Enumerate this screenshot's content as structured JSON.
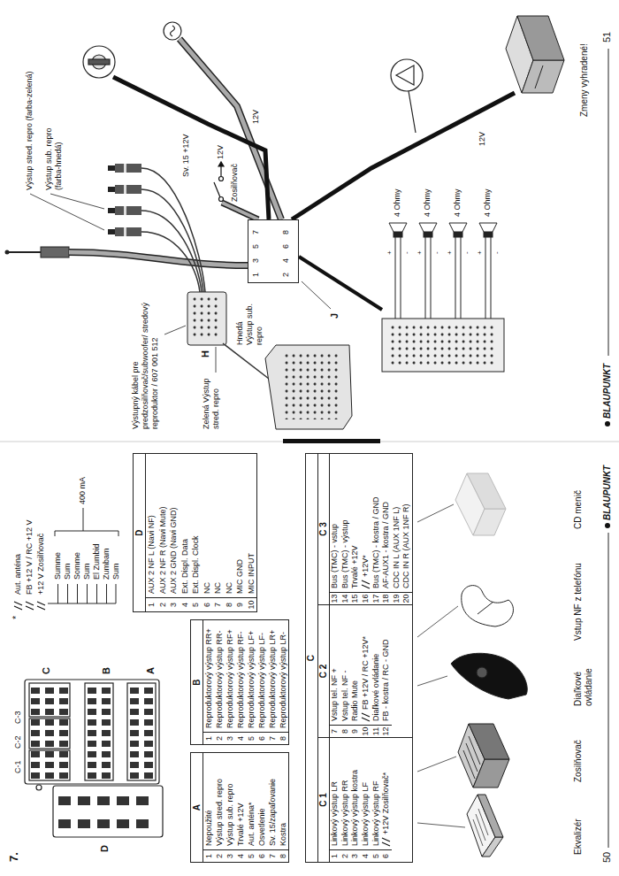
{
  "diagram": {
    "nodes": [
      {
        "text": [
          "A",
          "1",
          "Nepoužité",
          "2",
          "Výstup stred. repro",
          "3",
          "Výstup sub. repro",
          "4",
          "Trvalé +12V",
          "5",
          "Aut. anténa*",
          "6",
          "Osvetlenie",
          "7",
          "Sv. 15/zapaľovanie",
          "8",
          "Kostra"
        ]
      },
      {
        "text": [
          "B",
          "1",
          "Reproduktorový výstup RR+",
          "2",
          "Reproduktorový výstup RR-",
          "3",
          "Reproduktorový výstup RF+",
          "4",
          "Reproduktorový výstup RF-",
          "5",
          "Reproduktorový výstup LF+",
          "6",
          "Reproduktorový výstup LF-",
          "7",
          "Reproduktorový výstup LR+",
          "8",
          "Reproduktorový výstup LR-"
        ]
      },
      {
        "text": [
          "D",
          "1",
          "AUX 2 NF L (Navi NF)",
          "2",
          "AUX 2 NF R (Navi Mute)",
          "3",
          "AUX 2 GND (Navi GND)",
          "4",
          "Ext. Displ. Data",
          "5",
          "Ext. Displ. Clock",
          "6",
          "NC",
          "7",
          "NC",
          "8",
          "NC",
          "9",
          "MIC GND",
          "10",
          "MIC INPUT"
        ]
      },
      {
        "text": [
          "C"
        ]
      },
      {
        "text": [
          "C 1",
          "1",
          "Linkový výstup LR",
          "2",
          "Linkový výstup RR",
          "3",
          "Linkový výstup kostra",
          "4",
          "Linkový výstup LF",
          "5",
          "Linkový výstup RF",
          "6",
          "+12V Zosilňovač*"
        ],
        "in": 3
      },
      {
        "text": [
          "C 2",
          "7",
          "Vstup tel. NF +",
          "8",
          "Vstup tel. NF -",
          "9",
          "Radio Mute",
          "10",
          "FB +12V / RC +12V*",
          "11",
          "Diaľkové ovládanie",
          "12",
          "FB - kostra / RC - GND"
        ],
        "in": 3
      },
      {
        "text": [
          "C 3",
          "13",
          "Bus (TMC) - vstup",
          "14",
          "Bus (TMC) - výstup",
          "15",
          "Trvalé +12V",
          "16",
          "+12V*",
          "17",
          "Bus (TMC) - kostra / GND",
          "18",
          "AF-AUX1 - kostra / GND",
          "19",
          "CDC IN L (AUX 1NF L)",
          "20",
          "CDC IN R (AUX 1NF R)"
        ],
        "in": 3
      },
      {
        "text": [
          "1",
          "3",
          "5",
          "7",
          "2",
          "4",
          "6",
          "8"
        ]
      }
    ],
    "labels": [
      "7.",
      "C-1",
      "C-2",
      "C-3",
      "D",
      "C",
      "B",
      "A",
      "*",
      "Aut. anténa",
      "FB +12 V / RC +12 V",
      "+12 V Zosilňovač",
      "Summe",
      "Sum",
      "Somme",
      "Sum",
      "El Zumbid",
      "Zumbam",
      "Sum",
      "400 mA",
      "Ekvalizér",
      "Zosilňovač",
      "Diaľkové ovládanie",
      "Vstup NF z telefónu",
      "CD menič",
      "50",
      "BLAUPUNKT",
      "Výstupný kábel pre predzosilňovač/subwoofer/ stredový reproduktor / 607 001 512",
      "H",
      "Výstup stred. repro (farba-zelená)",
      "Výstup sub. repro (farba-hnedá)",
      "Hnedá Výstup sub. repro",
      "Zelená Výstup stred. repro",
      "12V",
      "Zosilňovač",
      "Sv. 15 +12V",
      "12V",
      "12V",
      "J",
      "4 Ohmy",
      "4 Ohmy",
      "4 Ohmy",
      "4 Ohmy",
      "+",
      "-",
      "+",
      "-",
      "+",
      "-",
      "+",
      "-",
      "BLAUPUNKT",
      "Zmeny vyhradené!",
      "51"
    ]
  }
}
